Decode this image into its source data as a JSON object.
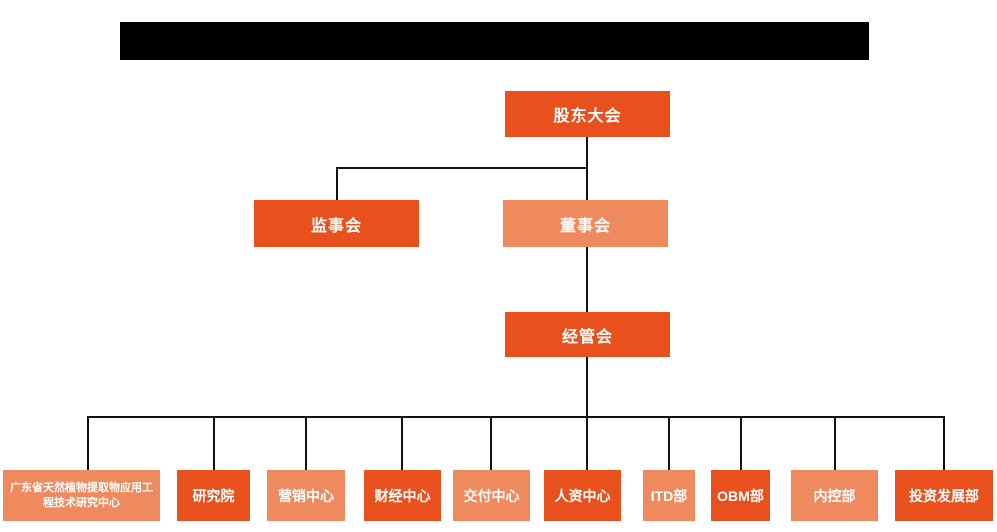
{
  "colors": {
    "background": "#FFFFFF",
    "dark_node": "#E8511D",
    "light_node": "#EF8A5F",
    "node_text": "#FFFFFF",
    "connector_line": "#111111",
    "redaction_bar": "#000000"
  },
  "redacted_title": {
    "text_visible": false
  },
  "org_chart": {
    "type": "org-hierarchy",
    "levels": [
      {
        "name": "level-1",
        "nodes": [
          {
            "label": "股东大会",
            "variant": "dark"
          }
        ]
      },
      {
        "name": "level-2",
        "nodes": [
          {
            "label": "监事会",
            "variant": "dark"
          },
          {
            "label": "董事会",
            "variant": "light"
          }
        ]
      },
      {
        "name": "level-3",
        "nodes": [
          {
            "label": "经管会",
            "variant": "dark"
          }
        ]
      },
      {
        "name": "level-4",
        "nodes": [
          {
            "label": "广东省天然植物提取物应用工程技术研究中心",
            "variant": "light"
          },
          {
            "label": "研究院",
            "variant": "dark"
          },
          {
            "label": "营销中心",
            "variant": "light"
          },
          {
            "label": "财经中心",
            "variant": "dark"
          },
          {
            "label": "交付中心",
            "variant": "light"
          },
          {
            "label": "人资中心",
            "variant": "dark"
          },
          {
            "label": "ITD部",
            "variant": "light"
          },
          {
            "label": "OBM部",
            "variant": "dark"
          },
          {
            "label": "内控部",
            "variant": "light"
          },
          {
            "label": "投资发展部",
            "variant": "dark"
          }
        ]
      }
    ],
    "edges": [
      {
        "from": "股东大会",
        "to": "监事会"
      },
      {
        "from": "股东大会",
        "to": "董事会"
      },
      {
        "from": "董事会",
        "to": "经管会"
      },
      {
        "from": "经管会",
        "to": "广东省天然植物提取物应用工程技术研究中心"
      },
      {
        "from": "经管会",
        "to": "研究院"
      },
      {
        "from": "经管会",
        "to": "营销中心"
      },
      {
        "from": "经管会",
        "to": "财经中心"
      },
      {
        "from": "经管会",
        "to": "交付中心"
      },
      {
        "from": "经管会",
        "to": "人资中心"
      },
      {
        "from": "经管会",
        "to": "ITD部"
      },
      {
        "from": "经管会",
        "to": "OBM部"
      },
      {
        "from": "经管会",
        "to": "内控部"
      },
      {
        "from": "经管会",
        "to": "投资发展部"
      }
    ]
  }
}
